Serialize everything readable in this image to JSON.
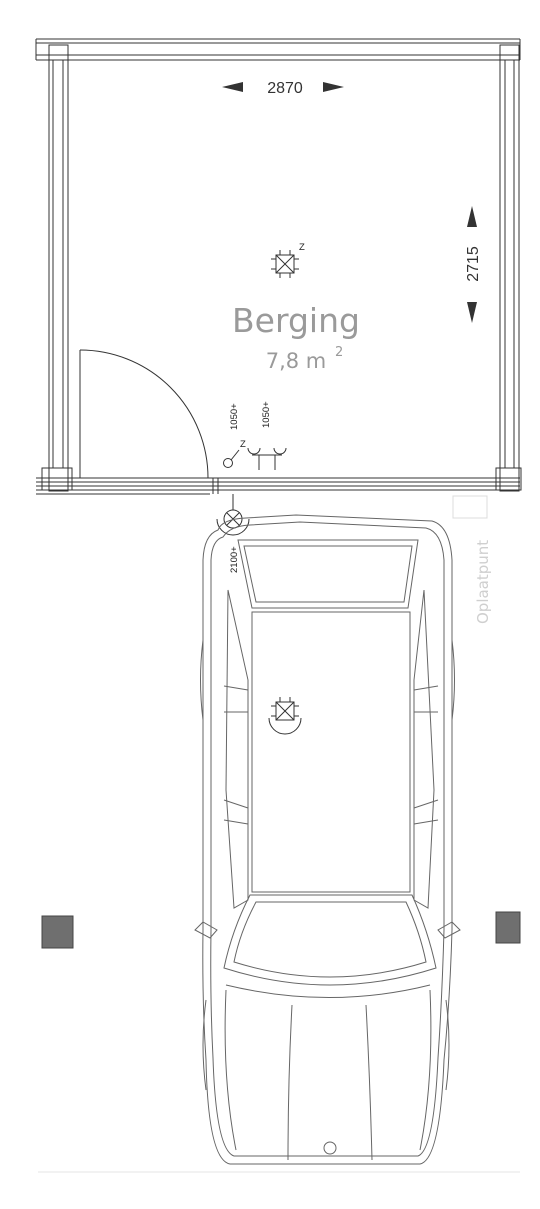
{
  "room": {
    "name": "Berging",
    "area_value": "7,8 m",
    "area_exponent": "2"
  },
  "dimensions": {
    "width": "2870",
    "depth": "2715"
  },
  "heights": {
    "switch": "1050+",
    "socket": "1050+",
    "outdoor_light": "2100+"
  },
  "switch_label": "Z",
  "light_label": "Z",
  "charge_label": "Oplaatpunt",
  "colors": {
    "marker": "#6f6f6f",
    "room_text": "#9a9a9a",
    "charge_text": "#cfcfcf"
  }
}
